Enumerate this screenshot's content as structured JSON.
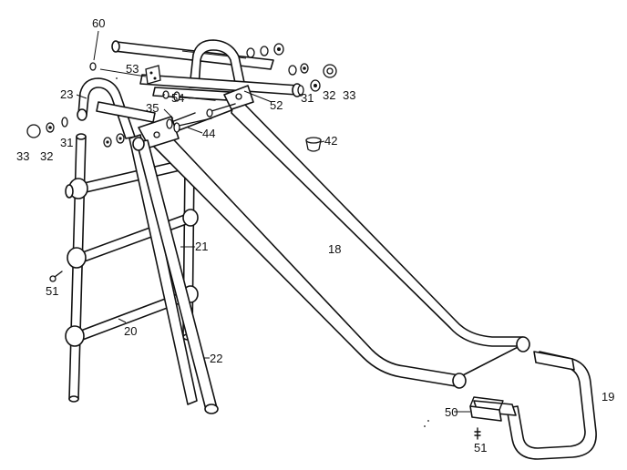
{
  "labels": {
    "p60": "60",
    "p53": "53",
    "p23": "23",
    "p54": "54",
    "p35": "35",
    "p44": "44",
    "p52": "52",
    "p31a": "31",
    "p32a": "32",
    "p33a": "33",
    "p42": "42",
    "p33b": "33",
    "p32b": "32",
    "p31b": "31",
    "p18": "18",
    "p21": "21",
    "p51a": "51",
    "p20": "20",
    "p22": "22",
    "p19": "19",
    "p50": "50",
    "p51b": "51"
  }
}
